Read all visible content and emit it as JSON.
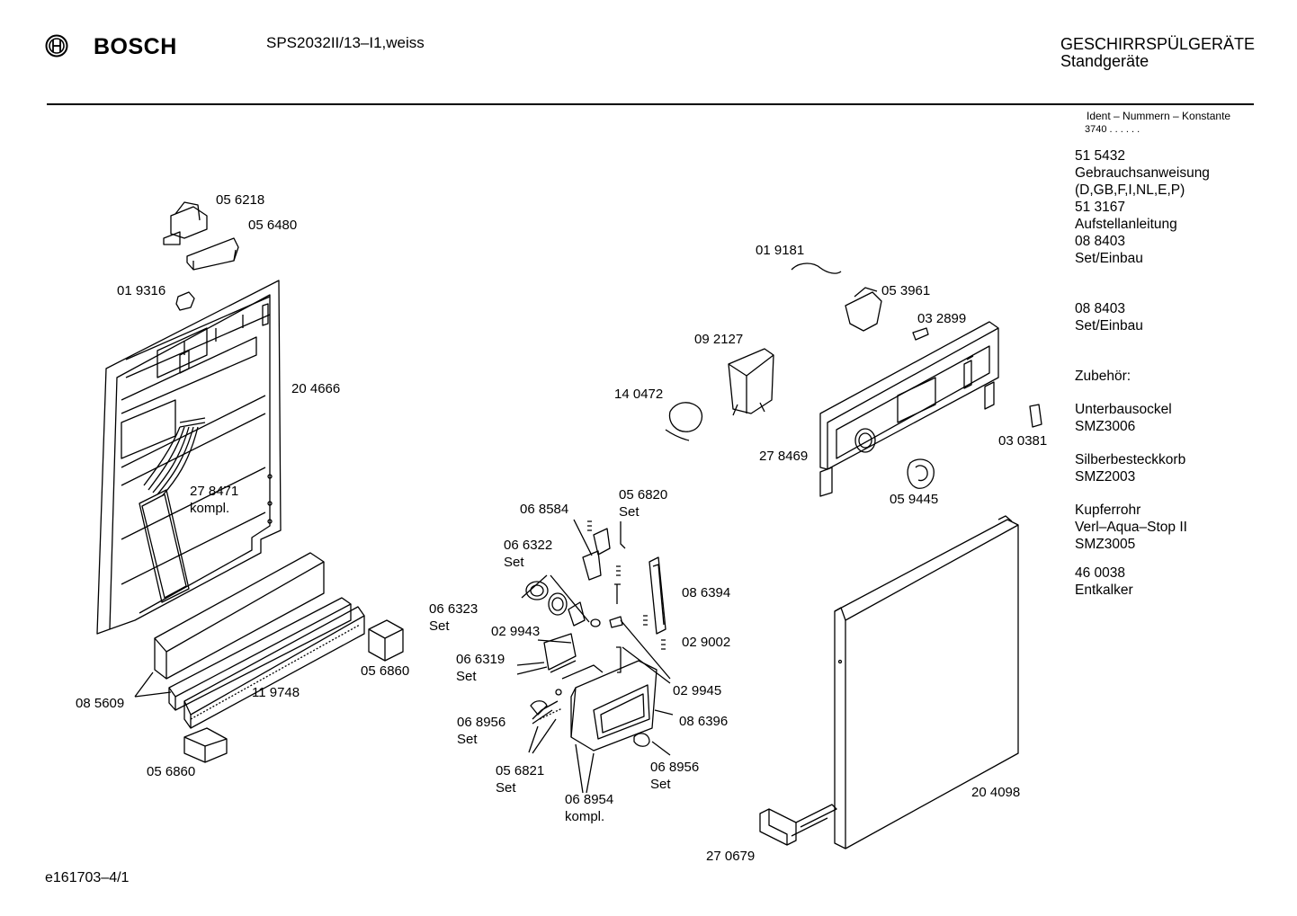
{
  "header": {
    "brand": "BOSCH",
    "model": "SPS2032II/13–I1,weiss",
    "category_title": "GESCHIRRSPÜLGERÄTE",
    "category_sub": "Standgeräte",
    "ident_label": "Ident – Nummern – Konstante",
    "ident_value": "3740 . .  . . . ."
  },
  "footer": {
    "code": "e161703–4/1"
  },
  "sidebar": {
    "items": [
      "51 5432",
      "Gebrauchsanweisung",
      "(D,GB,F,I,NL,E,P)",
      "51 3167",
      "Aufstellanleitung",
      "08 8403",
      "Set/Einbau",
      "",
      "08 8403",
      "Set/Einbau",
      "",
      "Zubehör:",
      "",
      "Unterbausockel",
      "SMZ3006",
      "",
      "Silberbesteckkorb",
      "SMZ2003",
      "",
      "Kupferrohr",
      "Verl–Aqua–Stop II",
      "SMZ3005",
      "",
      "46 0038",
      "Entkalker"
    ]
  },
  "parts": {
    "p056218": "05 6218",
    "p056480": "05 6480",
    "p019316": "01 9316",
    "p204666": "20 4666",
    "p278471": "27 8471",
    "p278471b": "kompl.",
    "p056860a": "05 6860",
    "p085609": "08 5609",
    "p119748": "11 9748",
    "p056860b": "05 6860",
    "p019181": "01 9181",
    "p053961": "05 3961",
    "p032899": "03 2899",
    "p092127": "09 2127",
    "p140472": "14 0472",
    "p278469": "27 8469",
    "p030381": "03 0381",
    "p059445": "05 9445",
    "p068584": "06 8584",
    "p056820": "05 6820",
    "p056820b": "Set",
    "p066322": "06 6322",
    "p066322b": "Set",
    "p086394": "08 6394",
    "p066323": "06 6323",
    "p066323b": "Set",
    "p029943": "02 9943",
    "p029002": "02 9002",
    "p066319": "06 6319",
    "p066319b": "Set",
    "p029945": "02 9945",
    "p068956a": "06 8956",
    "p068956ab": "Set",
    "p086396": "08 6396",
    "p056821": "05 6821",
    "p056821b": "Set",
    "p068956b": "06 8956",
    "p068956bb": "Set",
    "p068954": "06 8954",
    "p068954b": "kompl.",
    "p204098": "20 4098",
    "p270679": "27 0679"
  }
}
